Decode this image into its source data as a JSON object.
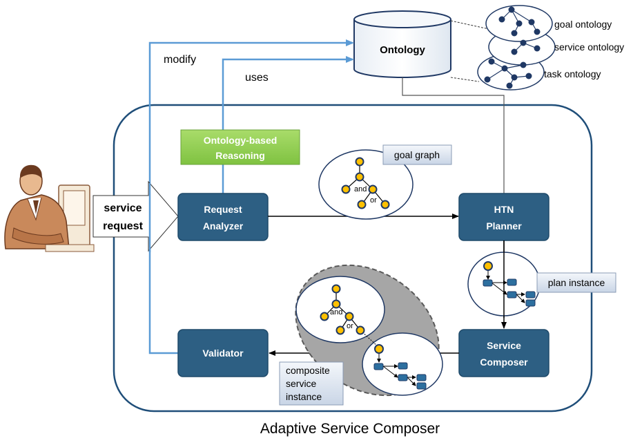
{
  "diagram": {
    "container_label": "Adaptive Service Composer",
    "ontology_db": {
      "label": "Ontology"
    },
    "ontology_types": [
      "goal ontology",
      "service ontology",
      "task ontology"
    ],
    "arrow_labels": {
      "modify": "modify",
      "uses": "uses"
    },
    "reasoning": {
      "line1": "Ontology-based",
      "line2": "Reasoning"
    },
    "service_request": {
      "line1": "service",
      "line2": "request"
    },
    "request_analyzer": {
      "line1": "Request",
      "line2": "Analyzer"
    },
    "htn_planner": {
      "line1": "HTN",
      "line2": "Planner"
    },
    "service_composer": {
      "line1": "Service",
      "line2": "Composer"
    },
    "validator": {
      "label": "Validator"
    },
    "callouts": {
      "goal_graph": "goal graph",
      "plan_instance": "plan instance",
      "composite_line1": "composite",
      "composite_line2": "service",
      "composite_line3": "instance"
    },
    "graph_labels": {
      "and": "and",
      "or": "or"
    },
    "colors": {
      "box_fill": "#2d5f83",
      "box_border": "#1f4a6a",
      "frame": "#1f4e79",
      "arrow_blue": "#5b9bd5",
      "reasoning_fill": "#92d050",
      "node_yellow": "#ffc000",
      "node_dark": "#1f3864"
    }
  }
}
